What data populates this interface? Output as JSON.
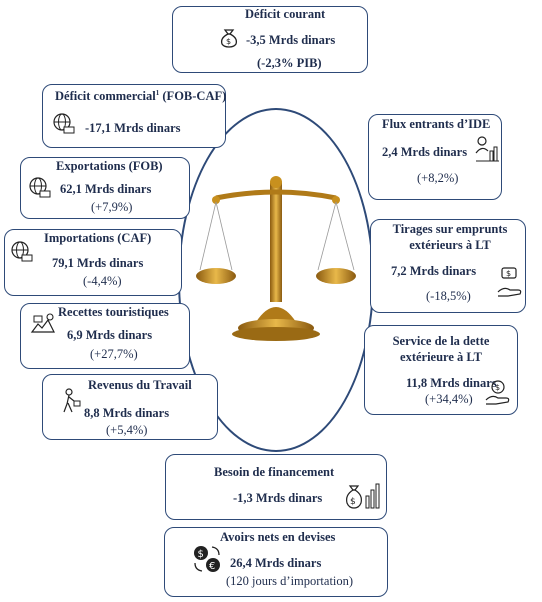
{
  "deficit_courant": {
    "title": "Déficit courant",
    "value": "-3,5 Mrds dinars",
    "note": "(-2,3% PIB)"
  },
  "deficit_commercial": {
    "title": "Déficit commercial",
    "footnote_mark": "1",
    "title_suffix": "(FOB-CAF)",
    "value": "-17,1 Mrds dinars"
  },
  "exportations": {
    "title": "Exportations (FOB)",
    "value": "62,1 Mrds dinars",
    "change": "(+7,9%)"
  },
  "importations": {
    "title": "Importations (CAF)",
    "value": "79,1 Mrds dinars",
    "change": "(-4,4%)"
  },
  "recettes_touristiques": {
    "title": "Recettes touristiques",
    "value": "6,9 Mrds dinars",
    "change": "(+27,7%)"
  },
  "revenus_travail": {
    "title": "Revenus du Travail",
    "value": "8,8 Mrds dinars",
    "change": "(+5,4%)"
  },
  "flux_ide": {
    "title": "Flux entrants d’IDE",
    "value": "2,4 Mrds dinars",
    "change": "(+8,2%)"
  },
  "tirages": {
    "title_line1": "Tirages sur emprunts",
    "title_line2": "extérieurs à LT",
    "value": "7,2 Mrds dinars",
    "change": "(-18,5%)"
  },
  "service_dette": {
    "title_line1": "Service de la dette",
    "title_line2": "extérieure à LT",
    "value": "11,8 Mrds dinars",
    "change": "(+34,4%)"
  },
  "besoin_financement": {
    "title": "Besoin de financement",
    "value": "-1,3 Mrds dinars"
  },
  "avoirs_nets": {
    "title": "Avoirs nets en devises",
    "value": "26,4 Mrds dinars",
    "note": "(120 jours d’importation)"
  },
  "icons": [
    "money-bag-icon",
    "globe-trade-icon",
    "investment-icon",
    "hand-money-icon",
    "tourism-icon",
    "worker-icon",
    "coin-hand-icon",
    "money-bag-chart-icon",
    "currency-exchange-icon",
    "balance-scale-icon"
  ],
  "colors": {
    "border": "#2e4a78",
    "text": "#1f2d4d",
    "gold": "#c8901e"
  }
}
